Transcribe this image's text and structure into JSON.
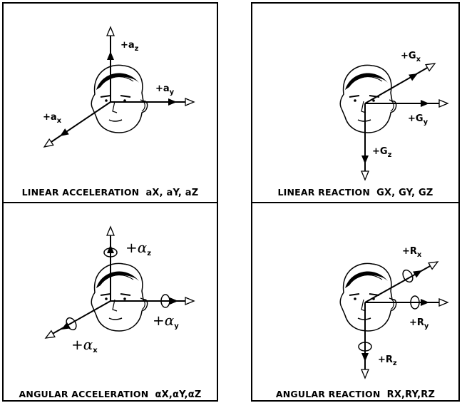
{
  "panels": [
    {
      "caption_text": "LINEAR ACCELERATION",
      "caption_vars": "aX, aY, aZ",
      "labels": {
        "z": {
          "base": "+a",
          "sub": "z"
        },
        "y": {
          "base": "+a",
          "sub": "y"
        },
        "x": {
          "base": "+a",
          "sub": "x"
        }
      }
    },
    {
      "caption_text": "LINEAR REACTION",
      "caption_vars": "GX, GY, GZ",
      "labels": {
        "x": {
          "base": "+G",
          "sub": "x"
        },
        "y": {
          "base": "+G",
          "sub": "y"
        },
        "z": {
          "base": "+G",
          "sub": "z"
        }
      }
    },
    {
      "caption_text": "ANGULAR ACCELERATION",
      "caption_vars": "αX,αY,αZ",
      "labels": {
        "z": {
          "base": "+α",
          "sub": "z"
        },
        "y": {
          "base": "+α",
          "sub": "y"
        },
        "x": {
          "base": "+α",
          "sub": "x"
        }
      }
    },
    {
      "caption_text": "ANGULAR REACTION",
      "caption_vars": "RX,RY,RZ",
      "labels": {
        "x": {
          "base": "+R",
          "sub": "x"
        },
        "y": {
          "base": "+R",
          "sub": "y"
        },
        "z": {
          "base": "+R",
          "sub": "z"
        }
      }
    }
  ],
  "colors": {
    "ink": "#000000",
    "paper": "#ffffff"
  },
  "icons": [
    "head-icon",
    "rotation-loop-icon",
    "open-arrowhead-icon",
    "solid-arrowhead-icon"
  ]
}
